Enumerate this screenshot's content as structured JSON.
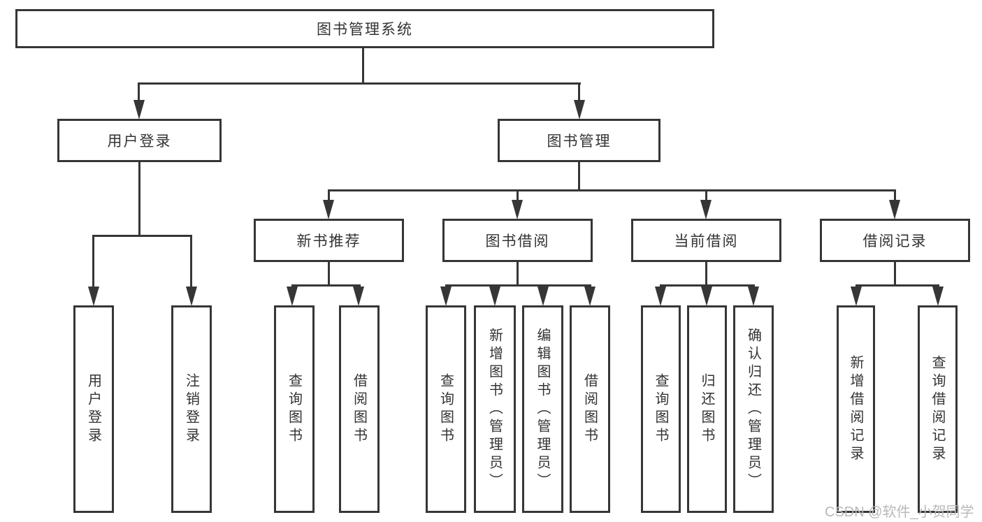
{
  "diagram": {
    "root": {
      "label": "图书管理系统"
    },
    "level2": [
      {
        "label": "用户登录"
      },
      {
        "label": "图书管理"
      }
    ],
    "level3": [
      {
        "label": "新书推荐"
      },
      {
        "label": "图书借阅"
      },
      {
        "label": "当前借阅"
      },
      {
        "label": "借阅记录"
      }
    ],
    "leaves": {
      "user_login": [
        {
          "label": "用户登录"
        },
        {
          "label": "注销登录"
        }
      ],
      "new_books": [
        {
          "label": "查询图书"
        },
        {
          "label": "借阅图书"
        }
      ],
      "book_borrow": [
        {
          "label": "查询图书"
        },
        {
          "label": "新增图书（管理员）"
        },
        {
          "label": "编辑图书（管理员）"
        },
        {
          "label": "借阅图书"
        }
      ],
      "current_borrow": [
        {
          "label": "查询图书"
        },
        {
          "label": "归还图书"
        },
        {
          "label": "确认归还（管理员）"
        }
      ],
      "borrow_records": [
        {
          "label": "新增借阅记录"
        },
        {
          "label": "查询借阅记录"
        }
      ]
    }
  },
  "watermark": {
    "text": "CSDN @软件_小贺同学"
  },
  "colors": {
    "line": "#363636",
    "text": "#333333",
    "watermark": "#b9b9b9"
  }
}
